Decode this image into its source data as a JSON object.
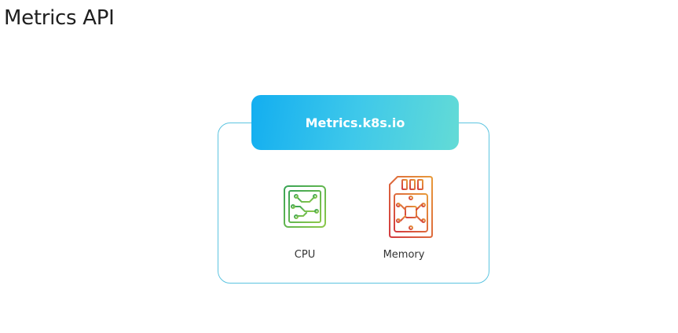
{
  "title": "Metrics API",
  "api": {
    "label": "Metrics.k8s.io"
  },
  "components": [
    {
      "label": "CPU",
      "icon": "cpu-chip-icon"
    },
    {
      "label": "Memory",
      "icon": "memory-card-icon"
    }
  ],
  "colors": {
    "header_gradient": [
      "#13aef0",
      "#63dbd6"
    ],
    "border": "#5cc4e0",
    "cpu": "#5fb54a",
    "memory": [
      "#d9443f",
      "#e08a3a"
    ]
  }
}
